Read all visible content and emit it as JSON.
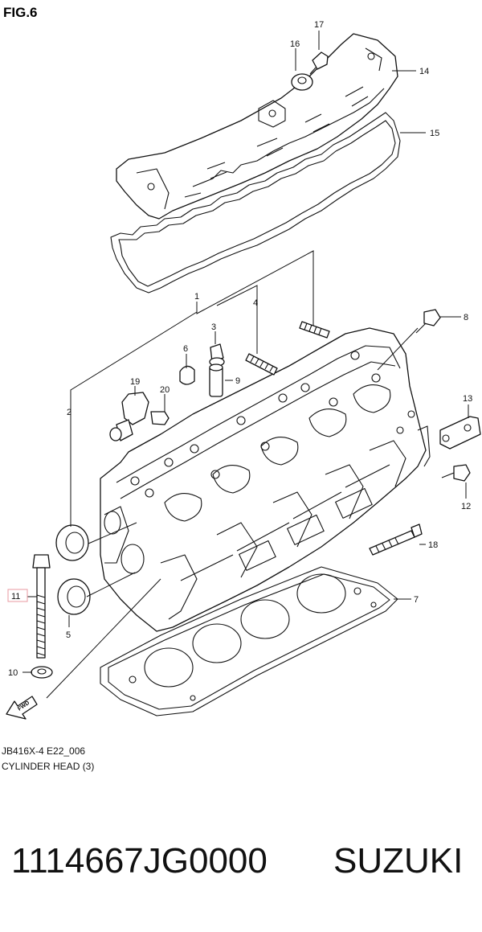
{
  "figure": {
    "title": "FIG.6"
  },
  "diagram": {
    "code": "JB416X-4 E22_006",
    "name": "CYLINDER HEAD (3)",
    "arrow_label": "FWD"
  },
  "callouts": {
    "c1": "1",
    "c2": "2",
    "c3": "3",
    "c4": "4",
    "c5": "5",
    "c6": "6",
    "c7": "7",
    "c8": "8",
    "c9": "9",
    "c10": "10",
    "c11": "11",
    "c12": "12",
    "c13": "13",
    "c14": "14",
    "c15": "15",
    "c16": "16",
    "c17": "17",
    "c18": "18",
    "c19": "19",
    "c20": "20"
  },
  "highlight": {
    "callout": "11",
    "color": "#e89aa0"
  },
  "product": {
    "part_number": "1114667JG0000",
    "brand": "SUZUKI"
  }
}
